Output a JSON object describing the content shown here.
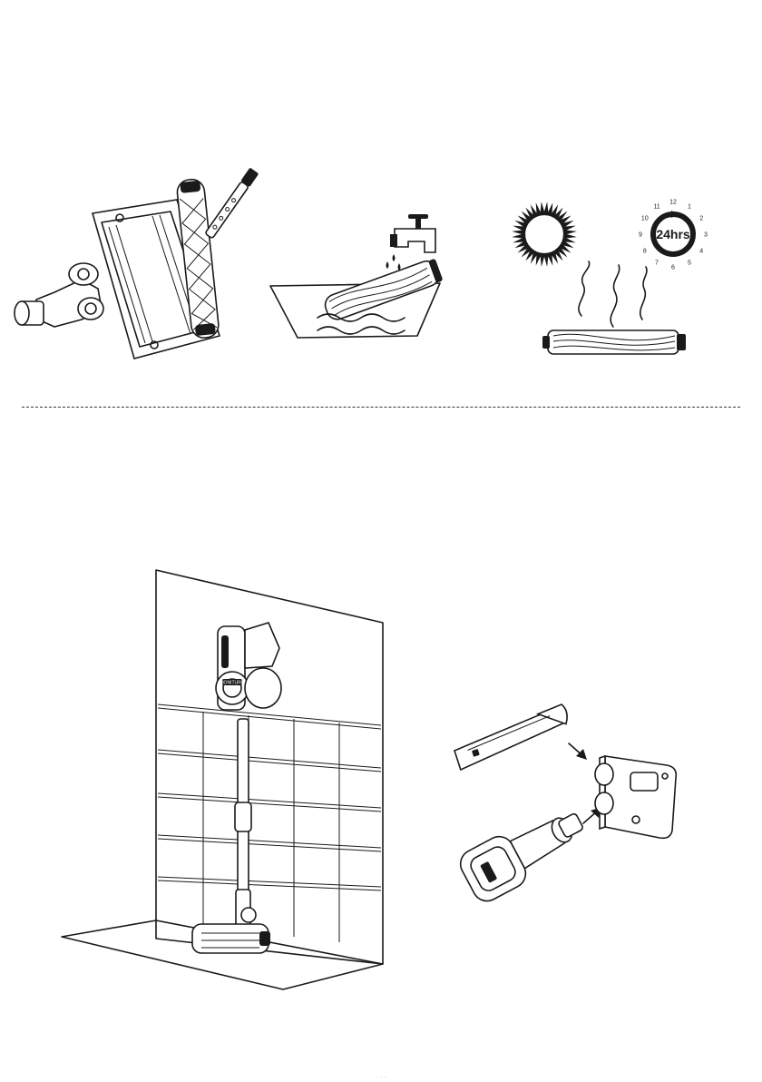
{
  "steps": {
    "clean_roller": {
      "icon": "brush-roller-cleaning-illustration"
    },
    "wash": {
      "icon": "faucet-basin-washing-illustration"
    },
    "dry": {
      "icons": [
        "sun-icon",
        "clock-icon",
        "drying-roller-icon"
      ],
      "clock": {
        "hours": [
          "12",
          "1",
          "2",
          "3",
          "4",
          "5",
          "6",
          "7",
          "8",
          "9",
          "10",
          "11"
        ],
        "label": "24hrs"
      }
    }
  },
  "storage": {
    "wall_mount": {
      "icon": "vacuum-wall-mount-illustration",
      "brand_badge": "HONITURE"
    },
    "accessory_holder": {
      "icon": "accessory-holder-illustration"
    }
  },
  "footer": {
    "page_mark": "· · ·"
  }
}
